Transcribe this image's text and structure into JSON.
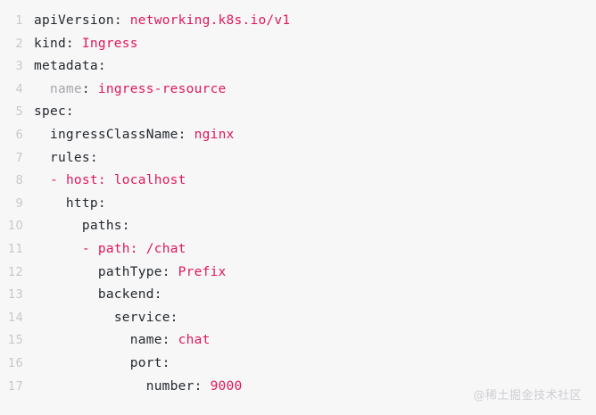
{
  "document": {
    "language": "yaml",
    "kind": "kubernetes-manifest",
    "background_color": "#f7f7f8",
    "accent_color": "#e0175c",
    "text_color": "#24292e",
    "gutter_color": "#c8c8cc"
  },
  "watermark": {
    "text": "@稀土掘金技术社区"
  },
  "code": {
    "lines": [
      {
        "number": "1",
        "text": "apiVersion: networking.k8s.io/v1",
        "tokens": [
          {
            "t": "apiVersion",
            "c": "tok-key"
          },
          {
            "t": ": ",
            "c": "tok-punct"
          },
          {
            "t": "networking.k8s.io/v1",
            "c": "tok-val"
          }
        ]
      },
      {
        "number": "2",
        "text": "kind: Ingress",
        "tokens": [
          {
            "t": "kind",
            "c": "tok-key"
          },
          {
            "t": ": ",
            "c": "tok-punct"
          },
          {
            "t": "Ingress",
            "c": "tok-val"
          }
        ]
      },
      {
        "number": "3",
        "text": "metadata:",
        "tokens": [
          {
            "t": "metadata",
            "c": "tok-key"
          },
          {
            "t": ":",
            "c": "tok-punct"
          }
        ]
      },
      {
        "number": "4",
        "text": "  name: ingress-resource",
        "tokens": [
          {
            "t": "  ",
            "c": "tok-plain"
          },
          {
            "t": "name",
            "c": "tok-key-mute"
          },
          {
            "t": ": ",
            "c": "tok-punct"
          },
          {
            "t": "ingress-resource",
            "c": "tok-val"
          }
        ]
      },
      {
        "number": "5",
        "text": "spec:",
        "tokens": [
          {
            "t": "spec",
            "c": "tok-key"
          },
          {
            "t": ":",
            "c": "tok-punct"
          }
        ]
      },
      {
        "number": "6",
        "text": "  ingressClassName: nginx",
        "tokens": [
          {
            "t": "  ",
            "c": "tok-plain"
          },
          {
            "t": "ingressClassName",
            "c": "tok-key"
          },
          {
            "t": ": ",
            "c": "tok-punct"
          },
          {
            "t": "nginx",
            "c": "tok-val"
          }
        ]
      },
      {
        "number": "7",
        "text": "  rules:",
        "tokens": [
          {
            "t": "  ",
            "c": "tok-plain"
          },
          {
            "t": "rules",
            "c": "tok-key"
          },
          {
            "t": ":",
            "c": "tok-punct"
          }
        ]
      },
      {
        "number": "8",
        "text": "  - host: localhost",
        "tokens": [
          {
            "t": "  ",
            "c": "tok-plain"
          },
          {
            "t": "- ",
            "c": "tok-dash"
          },
          {
            "t": "host",
            "c": "tok-val"
          },
          {
            "t": ": ",
            "c": "tok-val"
          },
          {
            "t": "localhost",
            "c": "tok-val"
          }
        ]
      },
      {
        "number": "9",
        "text": "    http:",
        "tokens": [
          {
            "t": "    ",
            "c": "tok-plain"
          },
          {
            "t": "http",
            "c": "tok-key"
          },
          {
            "t": ":",
            "c": "tok-punct"
          }
        ]
      },
      {
        "number": "10",
        "text": "      paths:",
        "tokens": [
          {
            "t": "      ",
            "c": "tok-plain"
          },
          {
            "t": "paths",
            "c": "tok-key"
          },
          {
            "t": ":",
            "c": "tok-punct"
          }
        ]
      },
      {
        "number": "11",
        "text": "      - path: /chat",
        "tokens": [
          {
            "t": "      ",
            "c": "tok-plain"
          },
          {
            "t": "- ",
            "c": "tok-dash"
          },
          {
            "t": "path",
            "c": "tok-val"
          },
          {
            "t": ": ",
            "c": "tok-val"
          },
          {
            "t": "/chat",
            "c": "tok-val"
          }
        ]
      },
      {
        "number": "12",
        "text": "        pathType: Prefix",
        "tokens": [
          {
            "t": "        ",
            "c": "tok-plain"
          },
          {
            "t": "pathType",
            "c": "tok-key"
          },
          {
            "t": ": ",
            "c": "tok-punct"
          },
          {
            "t": "Prefix",
            "c": "tok-val"
          }
        ]
      },
      {
        "number": "13",
        "text": "        backend:",
        "tokens": [
          {
            "t": "        ",
            "c": "tok-plain"
          },
          {
            "t": "backend",
            "c": "tok-key"
          },
          {
            "t": ":",
            "c": "tok-punct"
          }
        ]
      },
      {
        "number": "14",
        "text": "          service:",
        "tokens": [
          {
            "t": "          ",
            "c": "tok-plain"
          },
          {
            "t": "service",
            "c": "tok-key"
          },
          {
            "t": ":",
            "c": "tok-punct"
          }
        ]
      },
      {
        "number": "15",
        "text": "            name: chat",
        "tokens": [
          {
            "t": "            ",
            "c": "tok-plain"
          },
          {
            "t": "name",
            "c": "tok-key"
          },
          {
            "t": ": ",
            "c": "tok-punct"
          },
          {
            "t": "chat",
            "c": "tok-val"
          }
        ]
      },
      {
        "number": "16",
        "text": "            port:",
        "tokens": [
          {
            "t": "            ",
            "c": "tok-plain"
          },
          {
            "t": "port",
            "c": "tok-key"
          },
          {
            "t": ":",
            "c": "tok-punct"
          }
        ]
      },
      {
        "number": "17",
        "text": "              number: 9000",
        "tokens": [
          {
            "t": "              ",
            "c": "tok-plain"
          },
          {
            "t": "number",
            "c": "tok-key"
          },
          {
            "t": ": ",
            "c": "tok-punct"
          },
          {
            "t": "9000",
            "c": "tok-num"
          }
        ]
      }
    ]
  }
}
